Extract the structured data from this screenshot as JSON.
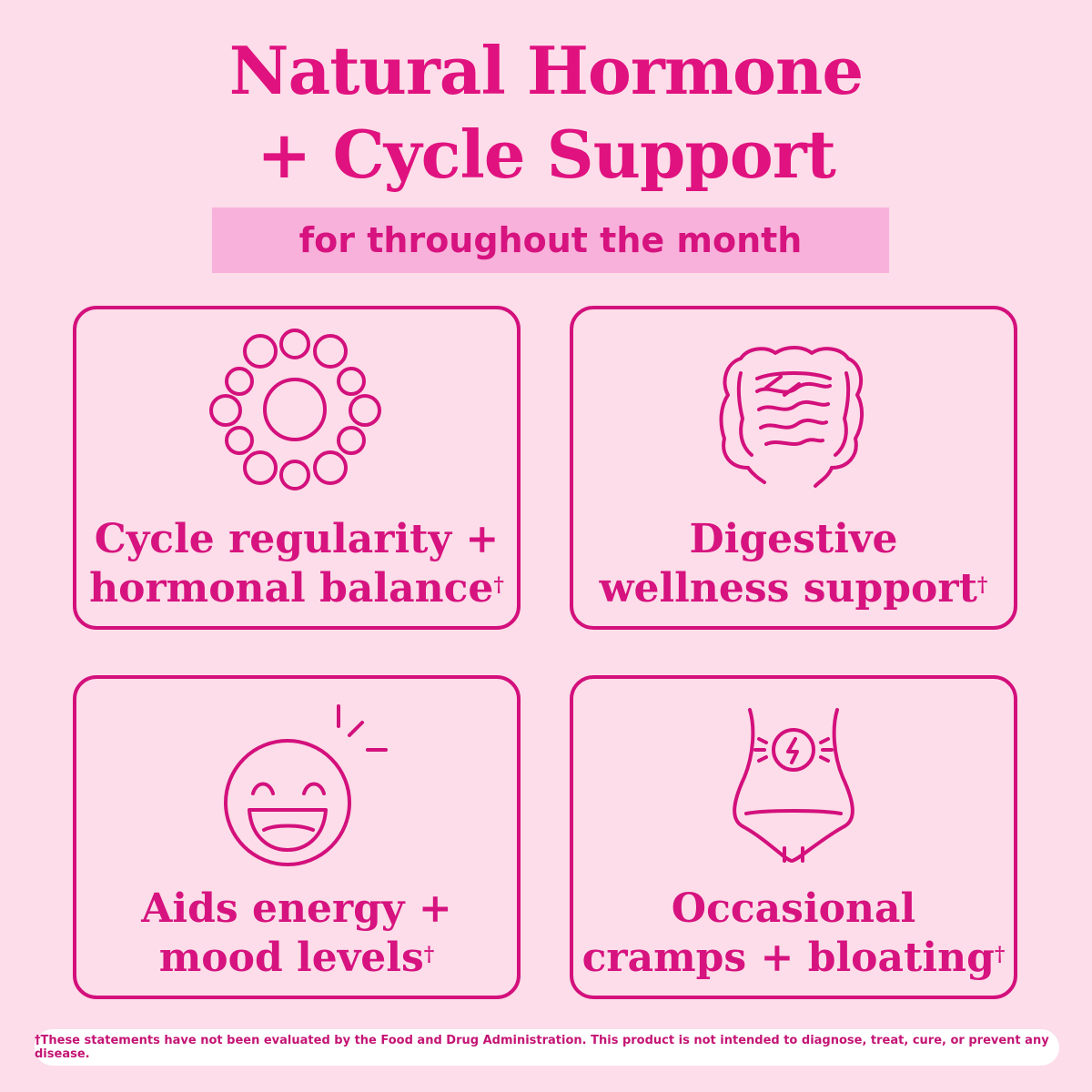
{
  "header": {
    "title_line1": "Natural Hormone",
    "title_line2": "+ Cycle Support",
    "subtitle": "for throughout the month"
  },
  "cards": [
    {
      "line1": "Cycle regularity +",
      "line2": "hormonal balance",
      "mark": "†",
      "icon": "cycle-circles-icon"
    },
    {
      "line1": "Digestive",
      "line2": "wellness support",
      "mark": "†",
      "icon": "intestine-icon"
    },
    {
      "line1": "Aids energy +",
      "line2": "mood levels",
      "mark": "†",
      "icon": "smiley-face-icon"
    },
    {
      "line1": "Occasional",
      "line2": "cramps + bloating",
      "mark": "†",
      "icon": "abdomen-cramp-icon"
    }
  ],
  "disclaimer": "†These statements have not been evaluated by the Food and Drug Administration. This product is not intended to diagnose, treat, cure, or prevent any disease.",
  "colors": {
    "background": "#fcdde9",
    "accent": "#d6137f",
    "highlight": "#f8b1db"
  }
}
